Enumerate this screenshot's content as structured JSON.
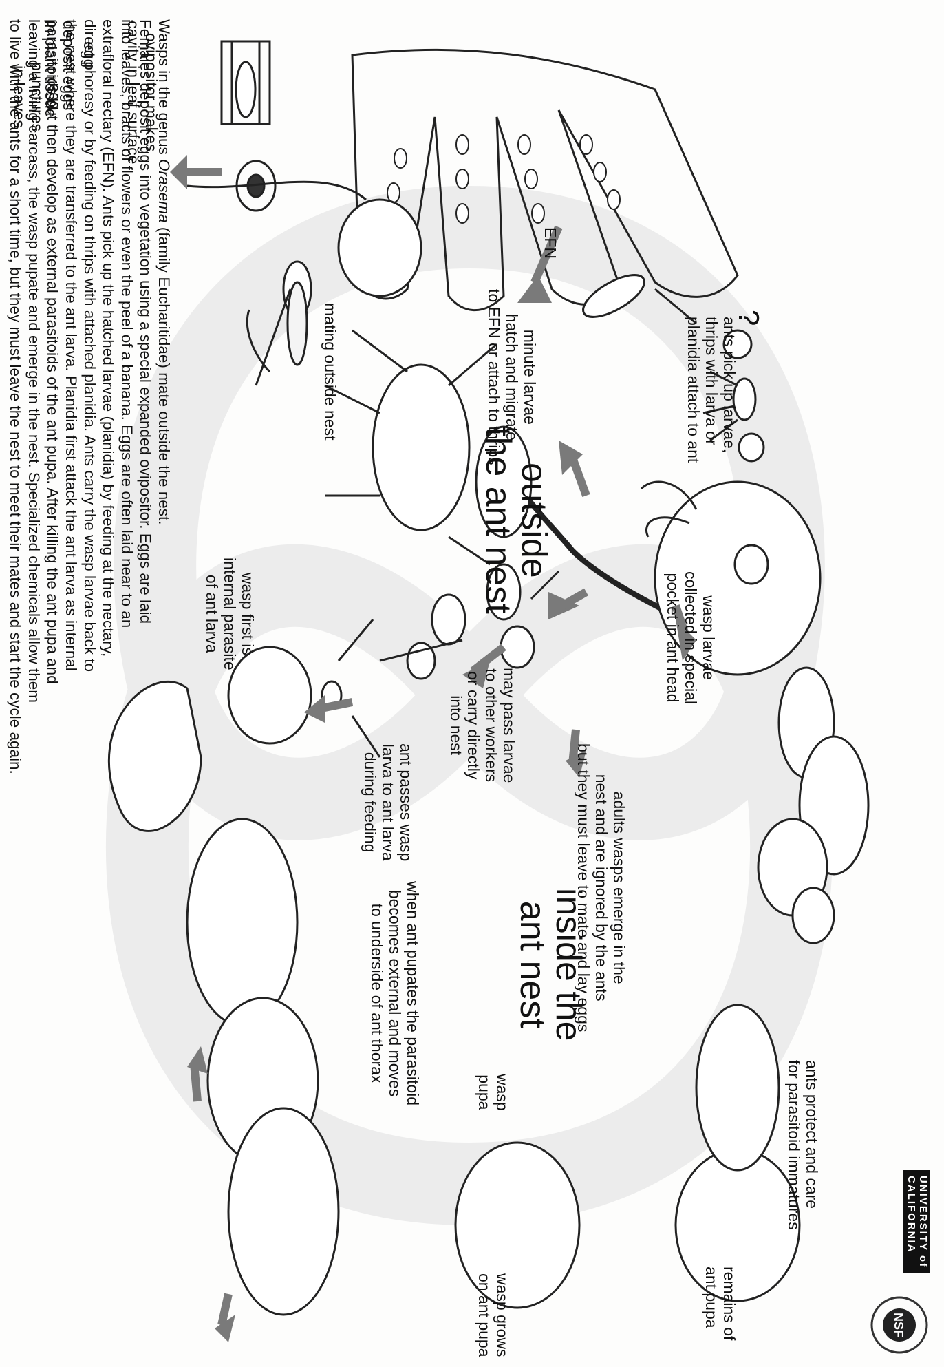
{
  "sections": {
    "outside": "outside\nthe ant nest",
    "inside": "inside the\nant nest"
  },
  "labels": {
    "deposit_eggs": "deposit eggs\nin plant tissue",
    "ovipositor": "ovipositor makes\ncavity in leaf surface",
    "egg_punctures": "egg\npunctures\nin leaves",
    "egg": "egg",
    "efn": "EFN",
    "question_mark": "?",
    "minute_larvae": "minute larvae\nhatch and migrate\nto EFN or attach to thrips",
    "ants_pick_up": "ants pick up larvae,\nthrips with larva or\nplanidia attach to ant",
    "wasp_larvae_collected": "wasp larvae\ncollected in special\npocket in ant head",
    "mating": "mating outside nest",
    "may_pass": "may pass larvae\nto other workers\nor carry directly\ninto nest",
    "adults_emerge": "adults wasps emerge in the\nnest and are ignored by the ants\nbut they must leave to mate and lay eggs",
    "wasp_first": "wasp first is\ninternal parasite\nof ant larva",
    "ant_passes": "ant passes wasp\nlarva to ant larva\nduring feeding",
    "ants_protect": "ants protect and care\nfor parasitoid immatures",
    "wasp_pupa": "wasp\npupa",
    "when_ant_pupates": "when ant pupates the parasitoid\nbecomes external and moves\nto underside of ant thorax",
    "remains": "remains of\nant pupa",
    "wasp_grows": "wasp grows\non ant pupa"
  },
  "description": [
    "Wasps in the genus Orasema (family Eucharitidae) mate outside the nest.",
    "Females deposit eggs into vegetation using a special expanded ovipositor. Eggs are laid",
    "into leaves, bracts of flowers or even the peel of a banana. Eggs are often laid near to an",
    "extrafloral nectary (EFN). Ants pick up the hatched larvae (planidia) by feeding at the nectary,",
    "direct phoresy or by feeding on thrips with attached planidia. Ants carry the wasp larvae back to",
    "the nest where they are transferred to the ant larva. Planidia first attack the ant larva as internal",
    "parasitoids but then develop as external parasitoids of the ant pupa. After killing the ant pupa and",
    "leaving a living carcass, the wasp pupate and emerge in the nest. Specialized chemicals allow them",
    "to live with the ants for a short time, but they must leave the nest to meet their mates and start the cycle again."
  ],
  "logos": {
    "university": "UNIVERSITY of\nCALIFORNIA",
    "nsf": "NSF"
  },
  "colors": {
    "ink": "#111111",
    "arrow": "#7a7a7a",
    "loop": "#ececec"
  }
}
